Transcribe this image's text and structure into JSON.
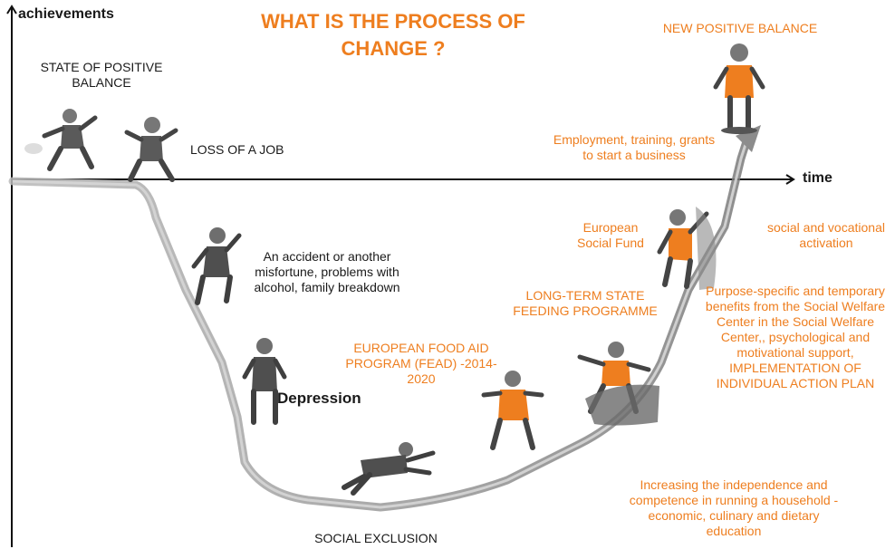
{
  "title": "WHAT IS THE PROCESS OF CHANGE ?",
  "axes": {
    "y_label": "achievements",
    "x_label": "time"
  },
  "labels": {
    "state_positive": "STATE OF POSITIVE BALANCE",
    "loss_job": "LOSS OF A JOB",
    "accident": "An accident or another misfortune, problems with alcohol, family breakdown",
    "depression": "Depression",
    "social_exclusion": "SOCIAL EXCLUSION",
    "fead": "EUROPEAN FOOD AID PROGRAM (FEAD) -2014-2020",
    "long_term": "LONG-TERM STATE FEEDING PROGRAMME",
    "esf": "European Social Fund",
    "employment": "Employment, training, grants to start a business",
    "new_positive": "NEW POSITIVE BALANCE",
    "social_activation": "social and vocational activation",
    "benefits": "Purpose-specific and temporary benefits from the Social Welfare Center in the Social Welfare Center,, psychological and motivational support, IMPLEMENTATION OF INDIVIDUAL ACTION PLAN",
    "household": "Increasing the independence and competence in running a household - economic, culinary and dietary education"
  },
  "colors": {
    "accent": "#ee7e1f",
    "text": "#1a1a1a",
    "path": "#8c8c8c",
    "figure_shirt_orange": "#ee7e1f",
    "figure_dark": "#555555"
  }
}
